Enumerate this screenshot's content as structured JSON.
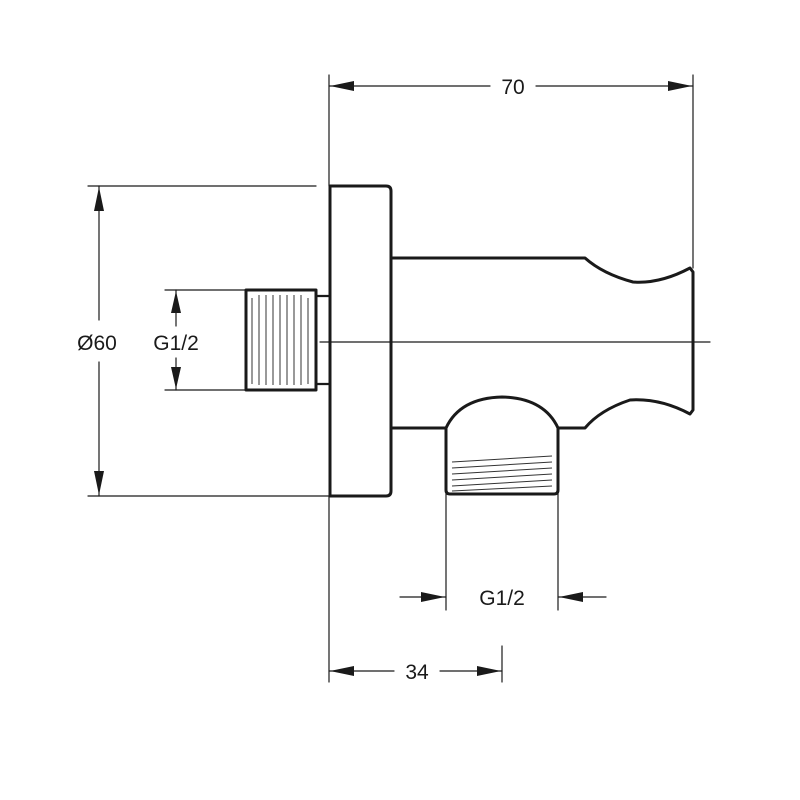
{
  "dimensions": {
    "overall_length": "70",
    "diameter": "Ø60",
    "inlet_thread": "G1/2",
    "outlet_thread": "G1/2",
    "outlet_offset": "34"
  },
  "colors": {
    "line": "#1a1a1a",
    "background": "#ffffff"
  }
}
